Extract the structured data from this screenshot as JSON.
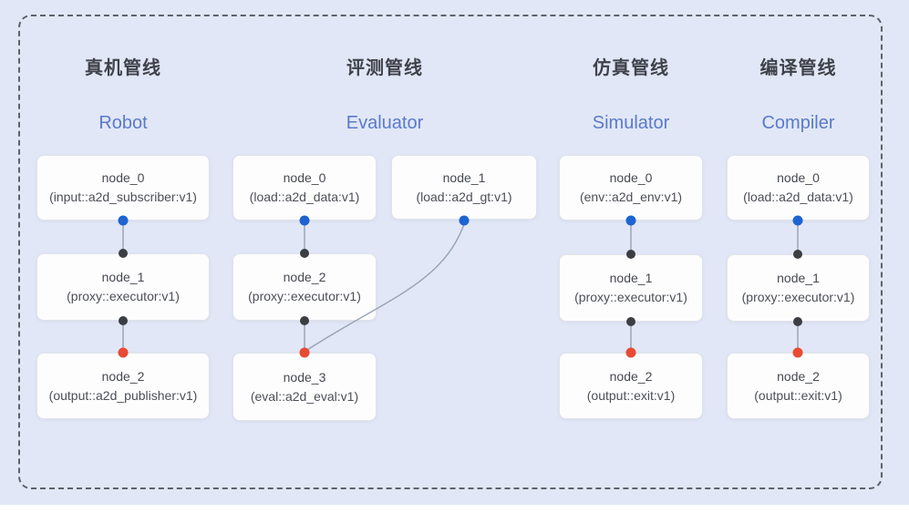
{
  "figure": {
    "background_color": "#e1e7f6",
    "frame_border_color": "#5d626b"
  },
  "colors": {
    "port_blue": "#1d64d2",
    "port_red": "#e84a33",
    "port_black": "#3b3e42",
    "edge": "#9aa5b8",
    "title_cn": "#3f424a",
    "title_en": "#5a7ac9"
  },
  "pipelines": [
    {
      "title_cn": "真机管线",
      "title_en": "Robot",
      "nodes": [
        {
          "name": "node_0",
          "type": "(input::a2d_subscriber:v1)"
        },
        {
          "name": "node_1",
          "type": "(proxy::executor:v1)"
        },
        {
          "name": "node_2",
          "type": "(output::a2d_publisher:v1)"
        }
      ]
    },
    {
      "title_cn": "评测管线",
      "title_en": "Evaluator",
      "nodes": [
        {
          "name": "node_0",
          "type": "(load::a2d_data:v1)"
        },
        {
          "name": "node_1",
          "type": "(load::a2d_gt:v1)"
        },
        {
          "name": "node_2",
          "type": "(proxy::executor:v1)"
        },
        {
          "name": "node_3",
          "type": "(eval::a2d_eval:v1)"
        }
      ]
    },
    {
      "title_cn": "仿真管线",
      "title_en": "Simulator",
      "nodes": [
        {
          "name": "node_0",
          "type": "(env::a2d_env:v1)"
        },
        {
          "name": "node_1",
          "type": "(proxy::executor:v1)"
        },
        {
          "name": "node_2",
          "type": "(output::exit:v1)"
        }
      ]
    },
    {
      "title_cn": "编译管线",
      "title_en": "Compiler",
      "nodes": [
        {
          "name": "node_0",
          "type": "(load::a2d_data:v1)"
        },
        {
          "name": "node_1",
          "type": "(proxy::executor:v1)"
        },
        {
          "name": "node_2",
          "type": "(output::exit:v1)"
        }
      ]
    }
  ]
}
